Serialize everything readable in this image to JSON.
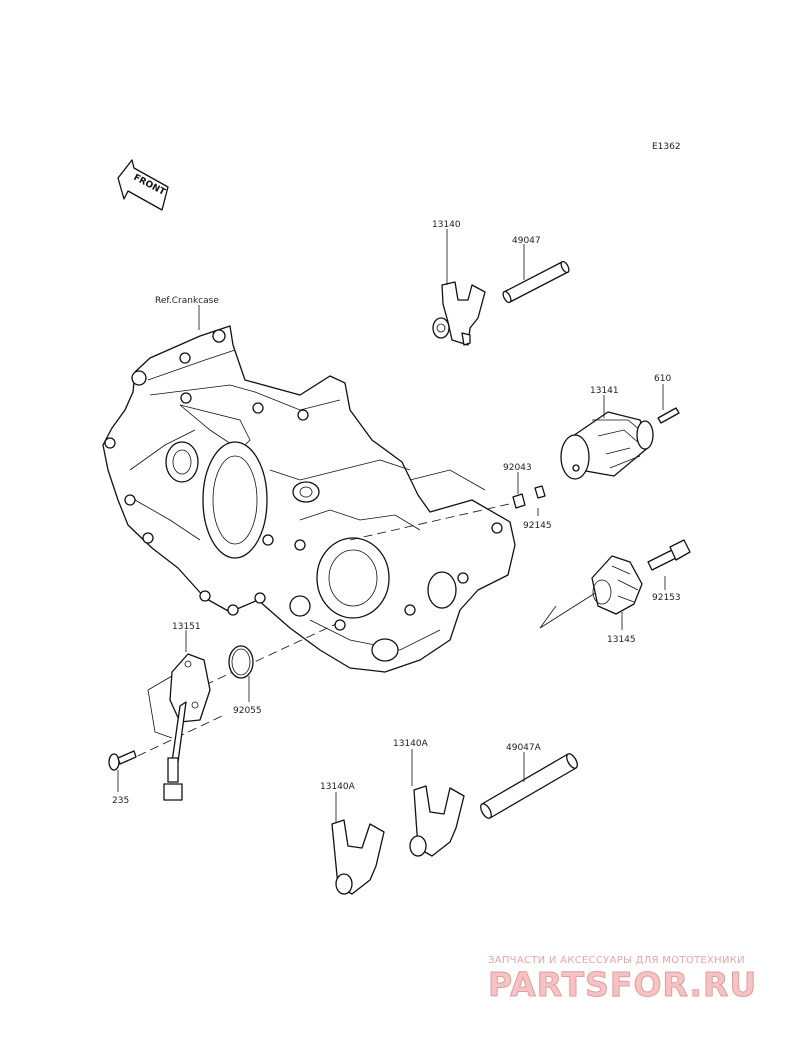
{
  "diagram": {
    "code": "E1362",
    "front_label": "FRONT",
    "crankcase_ref": "Ref.Crankcase",
    "parts": [
      {
        "id": "13140"
      },
      {
        "id": "49047"
      },
      {
        "id": "13141"
      },
      {
        "id": "610"
      },
      {
        "id": "92043"
      },
      {
        "id": "92145"
      },
      {
        "id": "92153"
      },
      {
        "id": "13145"
      },
      {
        "id": "13151"
      },
      {
        "id": "92055"
      },
      {
        "id": "235"
      },
      {
        "id": "13140A"
      },
      {
        "id": "49047A"
      },
      {
        "id": "13140A"
      }
    ]
  },
  "watermark": {
    "subtitle": "ЗАПЧАСТИ И АКСЕССУАРЫ ДЛЯ МОТОТЕХНИКИ",
    "brand": "PARTSFOR.RU"
  }
}
